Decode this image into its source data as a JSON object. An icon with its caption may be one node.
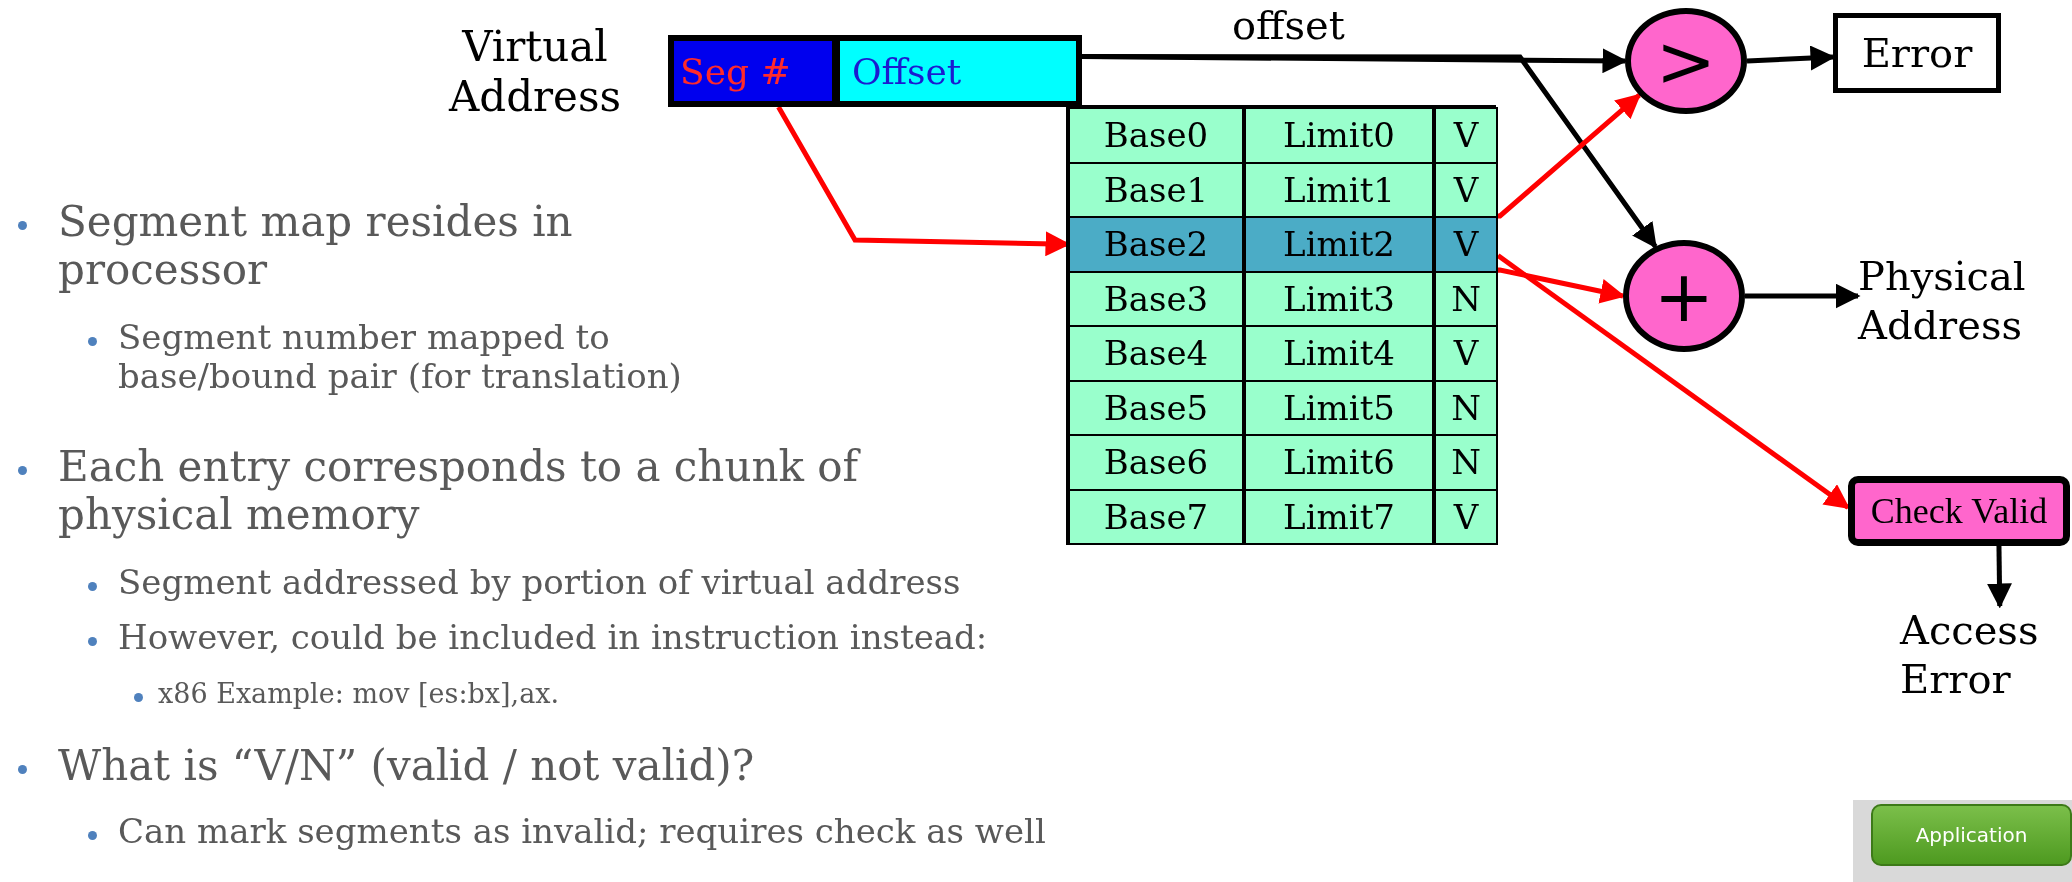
{
  "diagram": {
    "nodes": [
      {
        "text": [
          "Virtual Address"
        ]
      },
      {
        "text": [
          "Seg #"
        ],
        "in": 0
      },
      {
        "text": [
          "Offset"
        ],
        "in": 0
      },
      {
        "text": [],
        "shape": "box"
      },
      {
        "text": [
          "Base0"
        ],
        "in": 3
      },
      {
        "text": [
          "Limit0"
        ],
        "in": 3
      },
      {
        "text": [
          "V"
        ],
        "in": 3
      },
      {
        "text": [
          "Base1"
        ],
        "in": 3
      },
      {
        "text": [
          "Limit1"
        ],
        "in": 3
      },
      {
        "text": [
          "V"
        ],
        "in": 3
      },
      {
        "text": [
          "Base2"
        ],
        "in": 3
      },
      {
        "text": [
          "Limit2"
        ],
        "in": 3
      },
      {
        "text": [
          "V"
        ],
        "in": 3
      },
      {
        "text": [
          "Base3"
        ],
        "in": 3
      },
      {
        "text": [
          "Limit3"
        ],
        "in": 3
      },
      {
        "text": [
          "N"
        ],
        "in": 3
      },
      {
        "text": [
          "Base4"
        ],
        "in": 3
      },
      {
        "text": [
          "Limit4"
        ],
        "in": 3
      },
      {
        "text": [
          "V"
        ],
        "in": 3
      },
      {
        "text": [
          "Base5"
        ],
        "in": 3
      },
      {
        "text": [
          "Limit5"
        ],
        "in": 3
      },
      {
        "text": [
          "N"
        ],
        "in": 3
      },
      {
        "text": [
          "Base6"
        ],
        "in": 3
      },
      {
        "text": [
          "Limit6"
        ],
        "in": 3
      },
      {
        "text": [
          "N"
        ],
        "in": 3
      },
      {
        "text": [
          "Base7"
        ],
        "in": 3
      },
      {
        "text": [
          "Limit7"
        ],
        "in": 3
      },
      {
        "text": [
          "V"
        ],
        "in": 3
      },
      {
        "text": [
          ">"
        ]
      },
      {
        "text": [
          "Error"
        ]
      },
      {
        "text": [
          "+"
        ]
      },
      {
        "text": [
          "Physical Address"
        ]
      },
      {
        "text": [
          "Check Valid"
        ]
      },
      {
        "text": [
          "Access Error"
        ]
      }
    ],
    "edges": [
      {
        "from": 2,
        "to": 28,
        "arrow": "to",
        "label": "offset"
      },
      {
        "from": 2,
        "to": 30,
        "arrow": "to"
      },
      {
        "from": 1,
        "to": 10,
        "arrow": "to",
        "color": "#ff0000"
      },
      {
        "from": 11,
        "to": 28,
        "arrow": "to",
        "color": "#ff0000"
      },
      {
        "from": 10,
        "to": 30,
        "arrow": "to",
        "color": "#ff0000"
      },
      {
        "from": 12,
        "to": 32,
        "arrow": "to",
        "color": "#ff0000"
      },
      {
        "from": 28,
        "to": 29,
        "arrow": "to"
      },
      {
        "from": 30,
        "to": 31,
        "arrow": "to"
      },
      {
        "from": 32,
        "to": 33,
        "arrow": "to"
      }
    ],
    "labels": [
      "Segment map resides in processor",
      "Segment number mapped to base/bound pair (for translation)",
      "Each entry corresponds to a chunk of physical memory",
      "Segment addressed by portion of virtual address",
      "However, could be included in instruction instead:",
      "x86 Example: mov [es:bx],ax.",
      "What is “V/N” (valid / not valid)?",
      "Can mark segments as invalid; requires check as well",
      "Application"
    ]
  }
}
